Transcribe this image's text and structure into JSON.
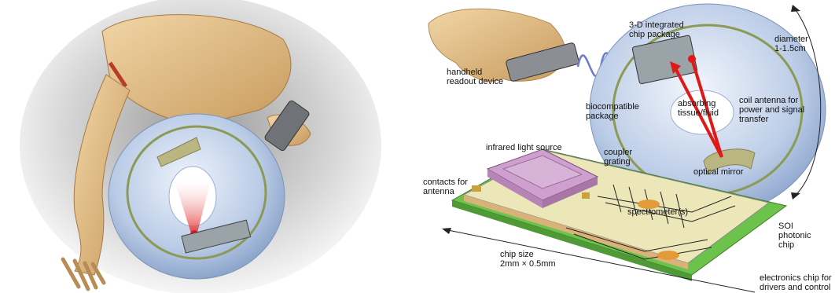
{
  "labels": {
    "integrated_package": "3-D integrated\nchip package",
    "diameter": "diameter\n1-1.5cm",
    "handheld": "handheld\nreadout device",
    "biocompatible": "biocompatible\npackage",
    "absorbing": "absorbing\ntissue/fluid",
    "coil_antenna": "coil antenna for\npower and signal\ntransfer",
    "infrared": "infrared light source",
    "coupler": "coupler\ngrating",
    "optical_mirror": "optical mirror",
    "contacts": "contacts for\nantenna",
    "spectrometer": "spectrometer(s)",
    "soi": "SOI\nphotonic\nchip",
    "chip_size": "chip size\n2mm × 0.5mm",
    "electronics": "electronics chip for\ndrivers and control"
  },
  "colors": {
    "torus": "#b9cbe6",
    "coil": "#8c9a55",
    "laser": "#e01818",
    "chip_top": "#ece7b8",
    "light_source": "#cfa0cf",
    "board": "#6cc34c",
    "skin": "#e5c48c"
  },
  "icons": [
    "hand-icon",
    "phone-icon",
    "torus-implant-icon",
    "chip-icon",
    "laser-beam-icon"
  ]
}
